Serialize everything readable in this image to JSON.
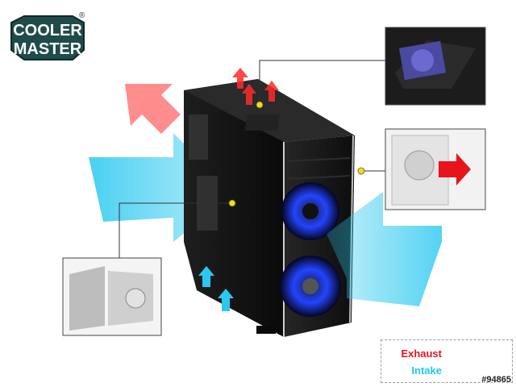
{
  "brand": {
    "line1": "COOLER",
    "line2": "MASTER",
    "registered": "®"
  },
  "legend": {
    "exhaust_label": "Exhaust",
    "intake_label": "Intake"
  },
  "watermark": "#94865",
  "colors": {
    "exhaust": "#e8141c",
    "intake": "#20c8ee",
    "callout_dot": "#f4e000",
    "case_body": "#141414",
    "fan_glow": "#2a4cff"
  },
  "callouts": [
    {
      "name": "top-fan-detail",
      "icon": "top-fan-photo"
    },
    {
      "name": "side-panel-detail",
      "icon": "side-panel-photo"
    },
    {
      "name": "rear-fan-detail",
      "icon": "rear-fan-photo"
    }
  ]
}
